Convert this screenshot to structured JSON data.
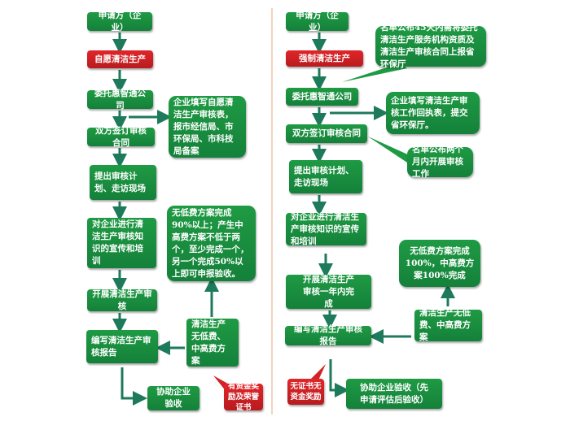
{
  "colors": {
    "box_green": "#1a8f40",
    "box_red": "#d22226",
    "arrow": "#1d7a5a"
  },
  "left": {
    "applicant": "申请方（企业）",
    "type": "自愿清洁生产",
    "entrust": "委托惠智通公司",
    "contract": "双方签订审核合同",
    "plan": "提出审核计划、走访现场",
    "training": "对企业进行清洁生产审核知识的宣传和培训",
    "audit": "开展清洁生产审核",
    "report": "编写清洁生产审核报告",
    "acceptance": "协助企业验收",
    "note_filing": "企业填写自愿清洁生产审核表，报市经信局、市环保局、市科技局备案",
    "note_criteria": "无低费方案完成90%以上；产生中高费方案不低于两个，至少完成一个，另一个完成50%以上即可申报验收。",
    "schemes": "清洁生产无低费、中高费方案",
    "reward": "有资金奖励及荣誉证书"
  },
  "right": {
    "applicant": "申请方（企业）",
    "type": "强制清洁生产",
    "entrust": "委托惠智通公司",
    "contract": "双方签订审核合同",
    "plan": "提出审核计划、走访现场",
    "training": "对企业进行清洁生产审核知识的宣传和培训",
    "audit": "开展清洁生产审核一年内完成",
    "report": "编写清洁生产审核报告",
    "acceptance": "协助企业验收（先申请评估后验收）",
    "note_45days": "名单公布45天内需将委托清洁生产服务机构资质及清洁生产审核合同上报省环保厅",
    "note_receipt": "企业填写清洁生产审核工作回执表，提交省环保厅。",
    "note_2months": "名单公布两个月内开展审核工作",
    "note_criteria": "无低费方案完成100%，中高费方案100%完成",
    "schemes": "清洁生产无低费、中高费方案",
    "reward": "无证书无资金奖励"
  }
}
